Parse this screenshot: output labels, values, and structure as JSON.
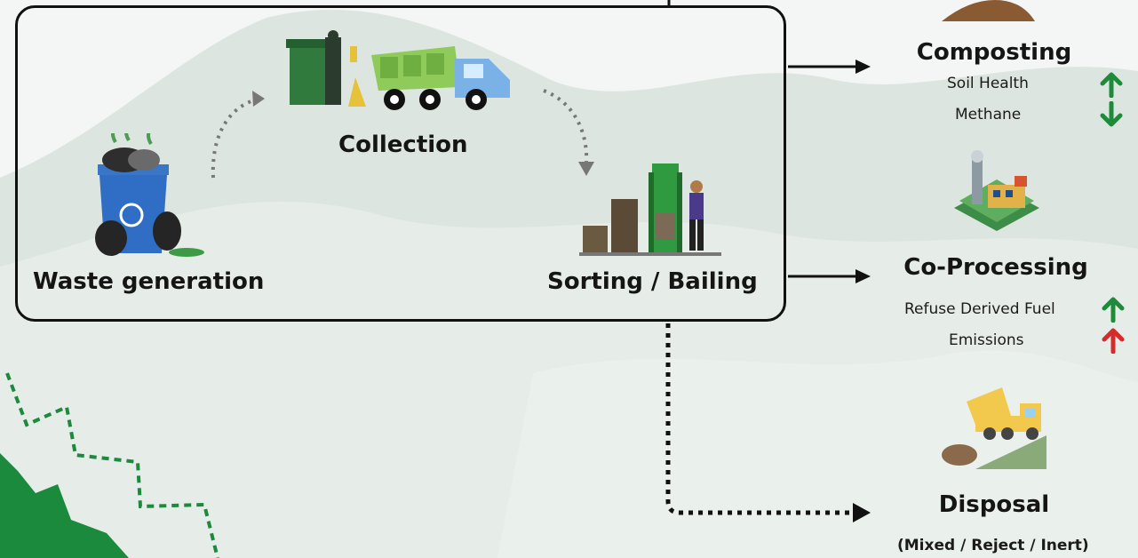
{
  "stages": {
    "generation": "Waste generation",
    "collection": "Collection",
    "sorting": "Sorting / Bailing"
  },
  "outcomes": {
    "composting": {
      "title": "Composting",
      "metrics": [
        {
          "label": "Soil Health",
          "trend": "up",
          "color": "#1e8b3a"
        },
        {
          "label": "Methane",
          "trend": "down",
          "color": "#1e8b3a"
        }
      ]
    },
    "coprocessing": {
      "title": "Co-Processing",
      "metrics": [
        {
          "label": "Refuse Derived Fuel",
          "trend": "up",
          "color": "#1e8b3a"
        },
        {
          "label": "Emissions",
          "trend": "up",
          "color": "#d62b2b"
        }
      ]
    },
    "disposal": {
      "title": "Disposal",
      "subtitle": "(Mixed / Reject / Inert)"
    }
  },
  "colors": {
    "accent_green": "#1e8b3a",
    "warning_red": "#d62b2b",
    "dotted_green": "#1b8a3c",
    "border": "#111111"
  }
}
